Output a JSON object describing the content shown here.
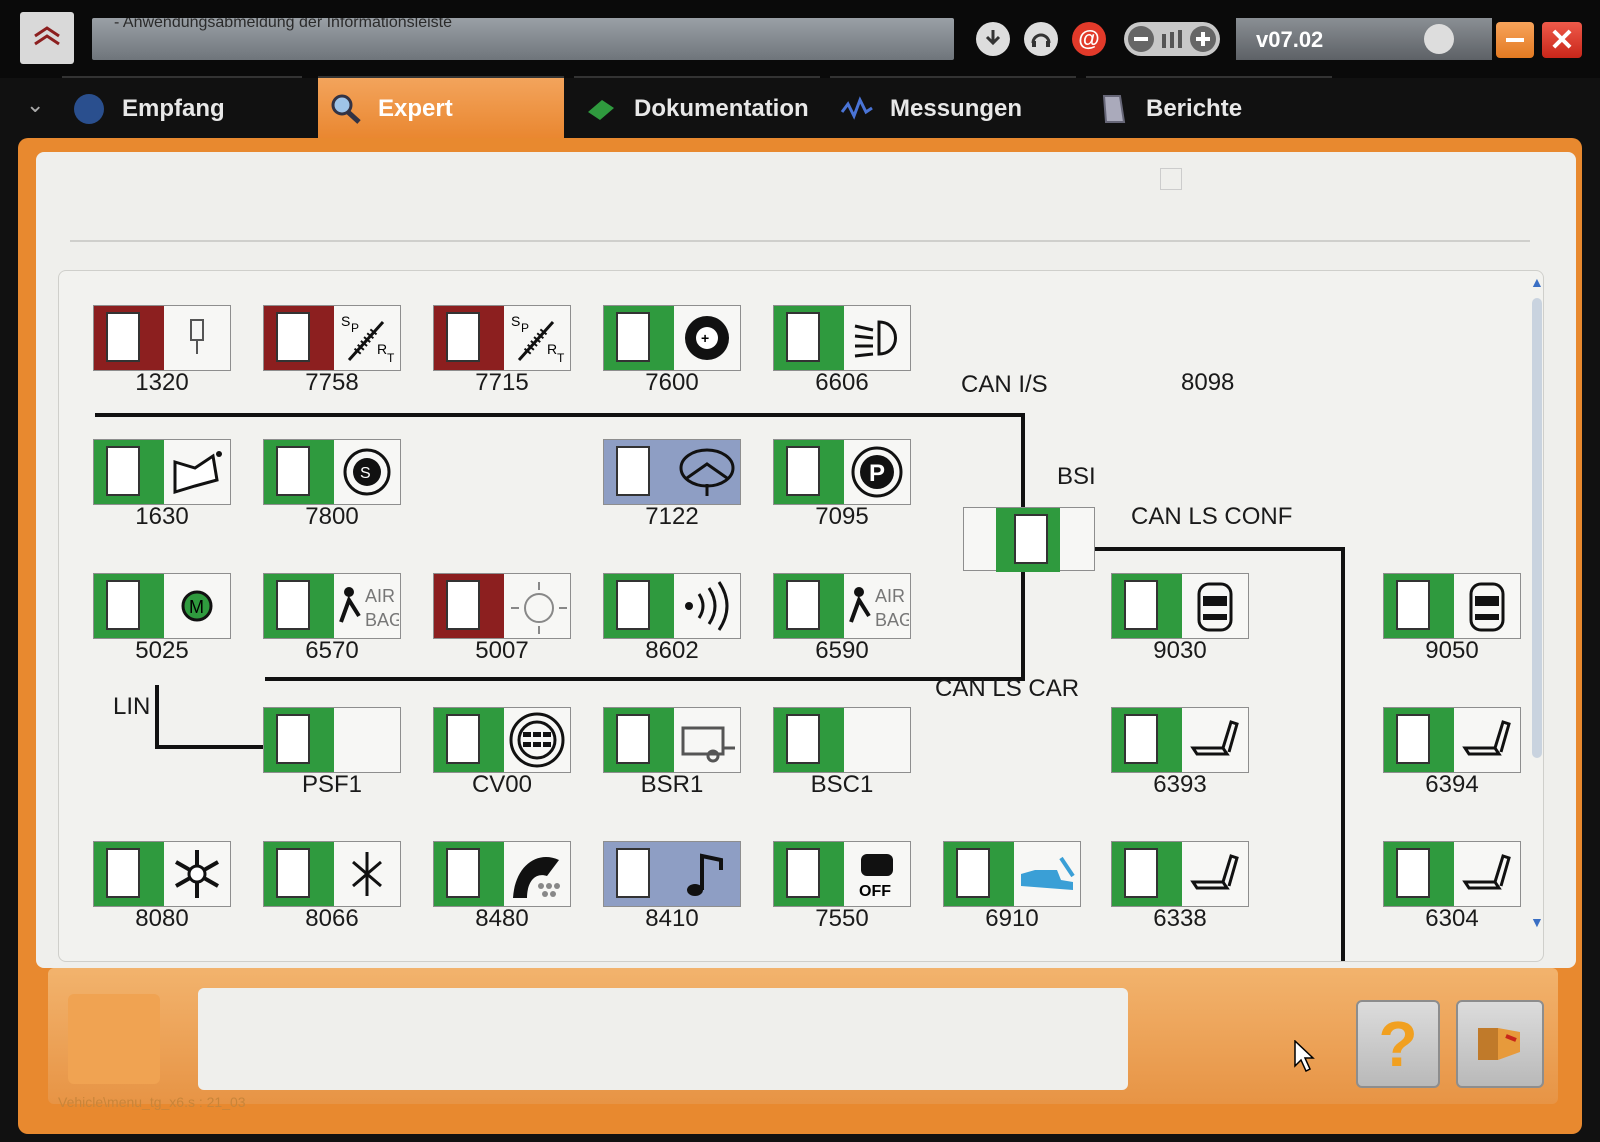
{
  "header": {
    "infobar_text": "- Anwendungsabmeldung der Informationsleiste",
    "version": "v07.02"
  },
  "tabs": [
    {
      "label": "Empfang",
      "icon": "globe-icon"
    },
    {
      "label": "Expert",
      "icon": "magnifier-icon"
    },
    {
      "label": "Dokumentation",
      "icon": "book-icon"
    },
    {
      "label": "Messungen",
      "icon": "waveform-icon"
    },
    {
      "label": "Berichte",
      "icon": "document-icon"
    }
  ],
  "buses": {
    "can_is": "CAN I/S",
    "bsi": "BSI",
    "can_ls_conf": "CAN LS CONF",
    "can_ls_car": "CAN LS CAR",
    "lin": "LIN",
    "code_8098": "8098"
  },
  "modules": [
    {
      "code": "1320",
      "color": "red",
      "icon": "injector-icon"
    },
    {
      "code": "7758",
      "color": "red",
      "icon": "sport-suspension-icon"
    },
    {
      "code": "7715",
      "color": "red",
      "icon": "sport-suspension-icon"
    },
    {
      "code": "7600",
      "color": "green",
      "icon": "tire-pressure-icon"
    },
    {
      "code": "6606",
      "color": "green",
      "icon": "headlamp-leveling-icon"
    },
    {
      "code": "1630",
      "color": "green",
      "icon": "gearbox-icon"
    },
    {
      "code": "7800",
      "color": "green",
      "icon": "esp-icon"
    },
    {
      "code": "7122",
      "color": "blue",
      "icon": "steering-wheel-icon"
    },
    {
      "code": "7095",
      "color": "green",
      "icon": "parking-brake-icon"
    },
    {
      "code": "5025",
      "color": "green",
      "icon": "wiper-controls-icon"
    },
    {
      "code": "6570",
      "color": "green",
      "icon": "airbag-icon"
    },
    {
      "code": "5007",
      "color": "red",
      "icon": "rain-sun-sensor-icon"
    },
    {
      "code": "8602",
      "color": "green",
      "icon": "alarm-icon"
    },
    {
      "code": "6590",
      "color": "green",
      "icon": "airbag-icon"
    },
    {
      "code": "9030",
      "color": "green",
      "icon": "car-top-view-icon"
    },
    {
      "code": "9050",
      "color": "green",
      "icon": "car-top-view-icon"
    },
    {
      "code": "PSF1",
      "color": "green",
      "icon": "connector-icon"
    },
    {
      "code": "CV00",
      "color": "green",
      "icon": "steering-switch-icon"
    },
    {
      "code": "BSR1",
      "color": "green",
      "icon": "trailer-icon"
    },
    {
      "code": "BSC1",
      "color": "green",
      "icon": "connector-icon"
    },
    {
      "code": "6393",
      "color": "green",
      "icon": "seat-icon"
    },
    {
      "code": "6394",
      "color": "green",
      "icon": "seat-icon"
    },
    {
      "code": "8080",
      "color": "green",
      "icon": "snowflake-icon"
    },
    {
      "code": "8066",
      "color": "green",
      "icon": "fan-snowflake-icon"
    },
    {
      "code": "8480",
      "color": "green",
      "icon": "heated-seat-icon"
    },
    {
      "code": "8410",
      "color": "blue",
      "icon": "music-note-icon"
    },
    {
      "code": "7550",
      "color": "green",
      "icon": "traction-off-icon"
    },
    {
      "code": "6910",
      "color": "green",
      "icon": "car-tailgate-icon"
    },
    {
      "code": "6338",
      "color": "green",
      "icon": "seat-icon"
    },
    {
      "code": "6304",
      "color": "green",
      "icon": "seat-icon"
    }
  ],
  "footer": {
    "path_text": "Vehicle\\menu_tg_x6.s : 21_03"
  },
  "colors": {
    "accent_orange": "#e9862f",
    "module_green": "#2f9a3e",
    "module_red": "#8c1f1f",
    "module_blue": "#8e9ec4"
  }
}
